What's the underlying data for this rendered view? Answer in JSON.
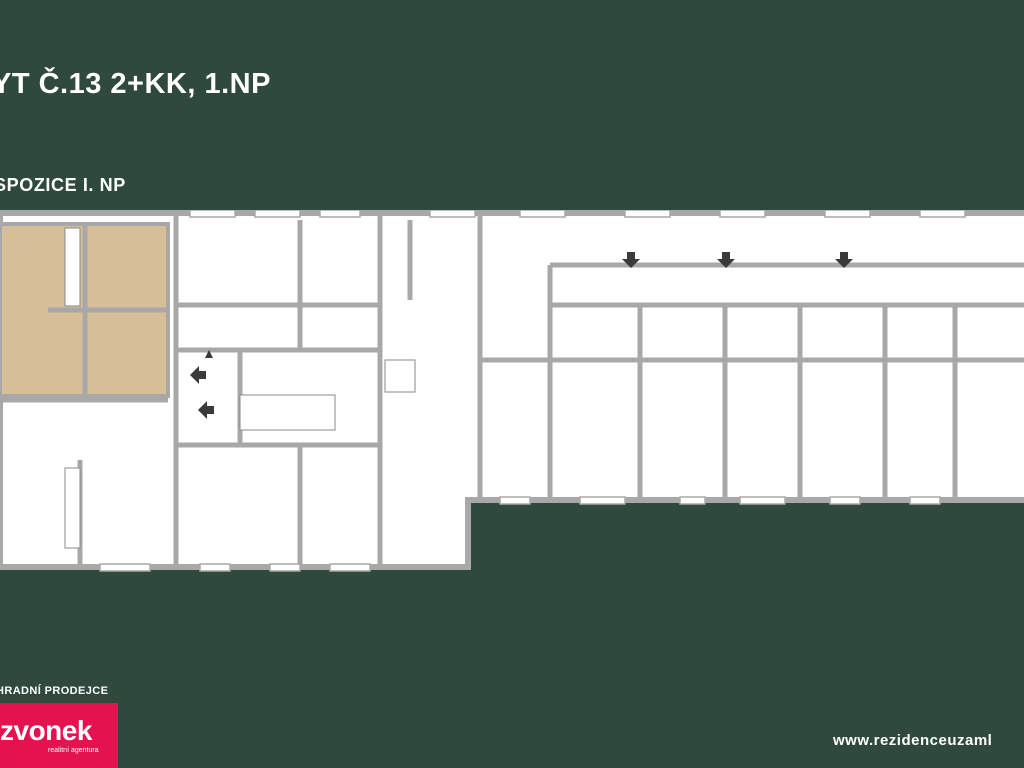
{
  "header": {
    "title": "YT Č.13 2+KK, 1.NP",
    "subtitle": "SPOZICE I. NP"
  },
  "footer": {
    "seller_label": "HRADNÍ PRODEJCE",
    "logo_text": "zvonek",
    "logo_subtext": "realitní agentura",
    "website": "www.rezidenceuzaml"
  },
  "colors": {
    "background": "#2f4a3c",
    "plan_fill": "#ffffff",
    "wall": "#a8a8a8",
    "highlight_unit": "#d6bf98",
    "logo": "#e4124f"
  },
  "icons": {
    "exit_arrow": "arrow-icon"
  }
}
